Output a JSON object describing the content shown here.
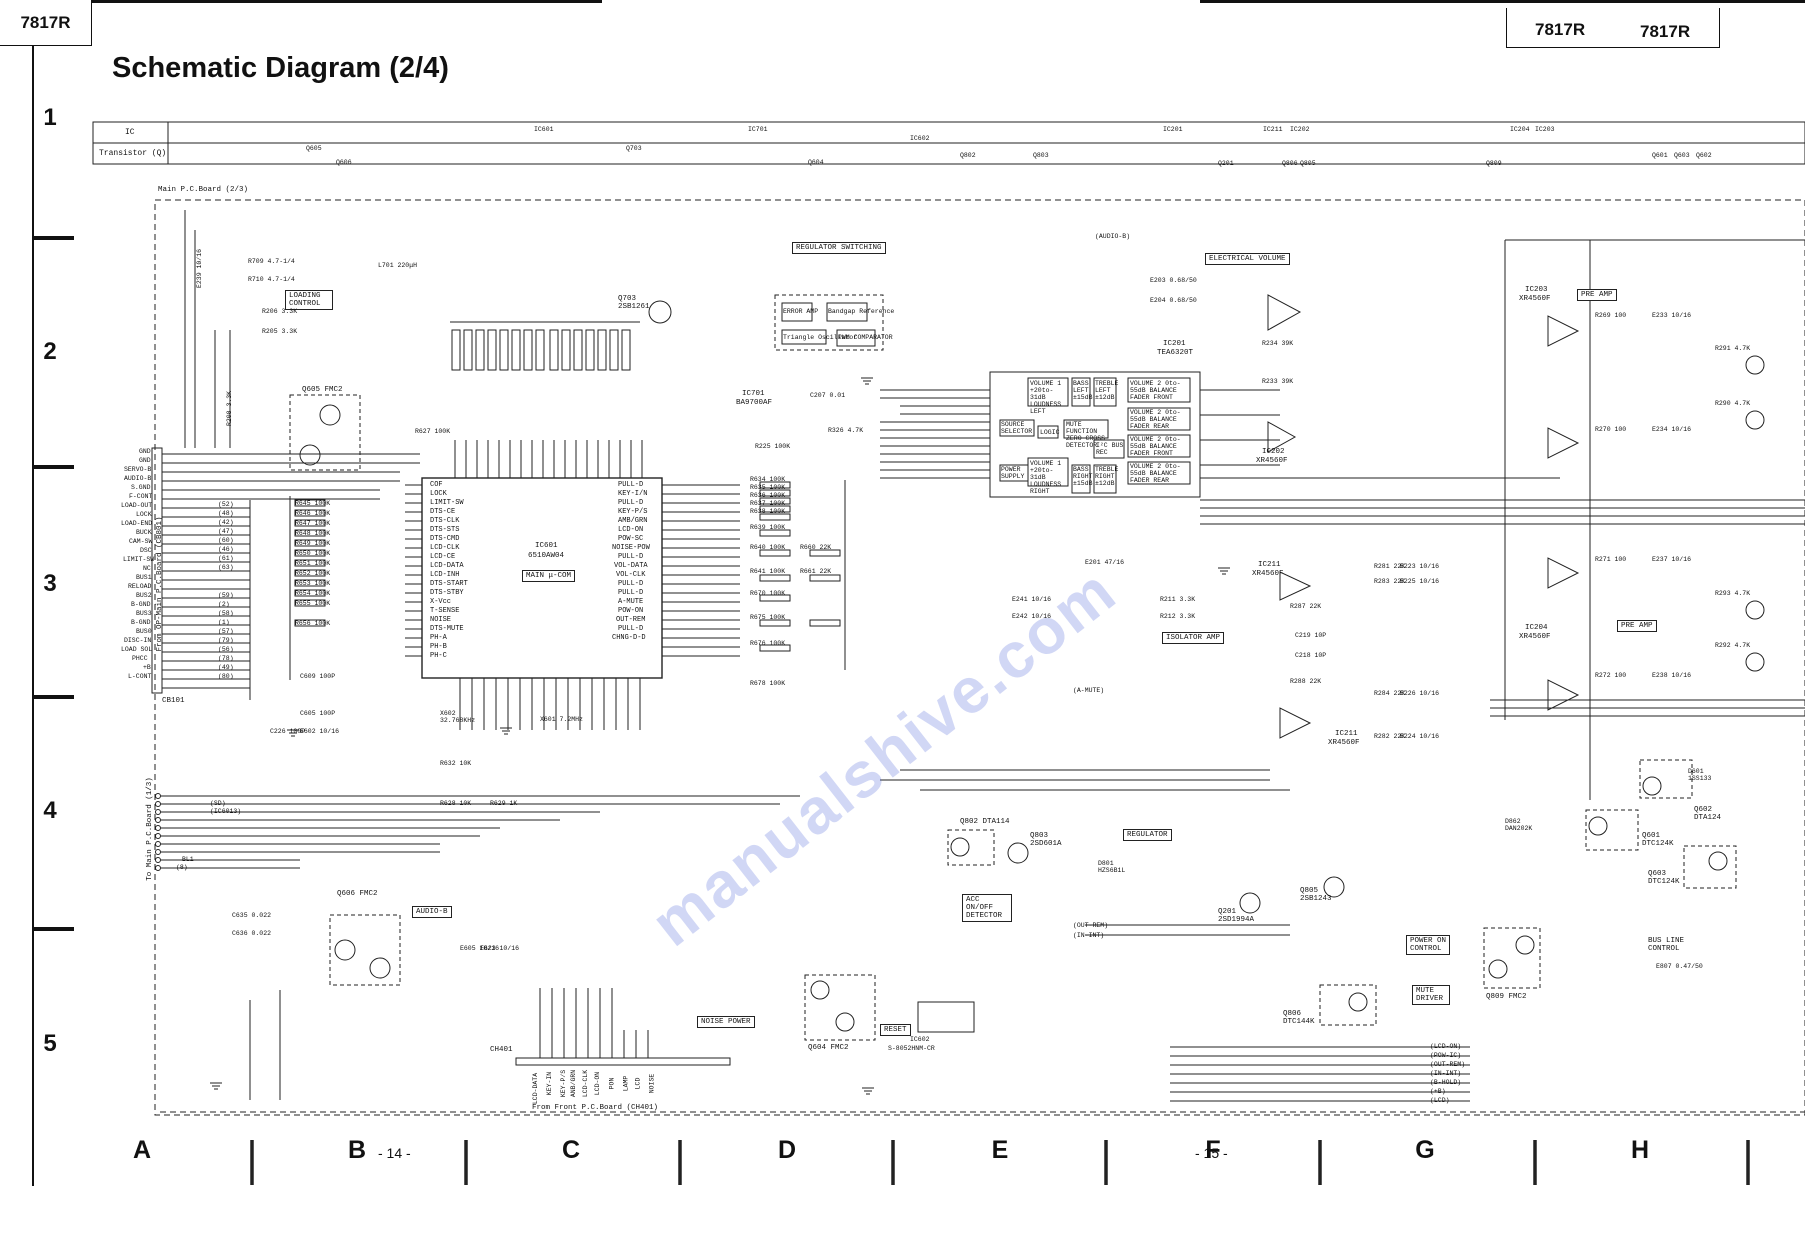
{
  "header": {
    "model_left": "7817R",
    "model_right_1": "7817R",
    "model_right_2": "7817R",
    "title": "Schematic Diagram (2/4)"
  },
  "margin_rows": [
    "1",
    "2",
    "3",
    "4",
    "5"
  ],
  "margin_cols": [
    "A",
    "B",
    "C",
    "D",
    "E",
    "F",
    "G",
    "H"
  ],
  "page_numbers": {
    "left": "- 14 -",
    "right": "- 15 -"
  },
  "index_table": {
    "ic_label": "IC",
    "transistor_label": "Transistor (Q)",
    "ic_refs": [
      "IC601",
      "IC701",
      "IC602",
      "IC201",
      "IC211",
      "IC202",
      "IC204",
      "IC203"
    ],
    "q_refs": [
      "Q605",
      "Q703",
      "Q606",
      "Q604",
      "Q802",
      "Q803",
      "Q201",
      "Q806",
      "Q805",
      "Q809",
      "Q601",
      "Q603",
      "Q602"
    ]
  },
  "board_label": "Main P.C.Board (2/3)",
  "connectors": {
    "cb101": {
      "ref": "CB101",
      "side_label": "From OP-Main P.C.Board (CB801)",
      "pins": [
        "GND",
        "GND",
        "SERVO-B",
        "AUDIO-B",
        "S.GND",
        "F-CONT",
        "LOAD-OUT",
        "LOCK",
        "LOAD-END",
        "BUCK",
        "CAM-SW",
        "DSC",
        "LIMIT-SW",
        "NC",
        "BUS1",
        "RELOAD",
        "BUS2",
        "B-GND",
        "BUS3",
        "B-GND",
        "BUS0",
        "DISC-IN",
        "LOAD SOL",
        "PHCC",
        "+B",
        "L-CONT"
      ],
      "nets": [
        "(52)",
        "(48)",
        "(42)",
        "(47)",
        "(60)",
        "(46)",
        "(61)",
        "(63)",
        "(59)",
        "(2)",
        "(58)",
        "(1)",
        "(57)",
        "(79)",
        "(56)",
        "(78)",
        "(49)",
        "(80)"
      ]
    },
    "to_main": {
      "side_label": "To Main P.C.Board (1/3)",
      "nets": [
        "(SD)",
        "(IC6013)",
        "BL1",
        "(8)"
      ]
    },
    "ch401": {
      "ref": "CH401",
      "label": "From Front P.C.Board (CH401)",
      "pins": [
        "LCD-DATA",
        "KEY-IN",
        "KEY-P/S",
        "ANB/GRN",
        "LCD-CLK",
        "LCD-ON",
        "PON",
        "LAMP",
        "LCD",
        "NOISE"
      ]
    }
  },
  "blocks": [
    {
      "ref": "IC601",
      "part": "6510AW04",
      "label": "MAIN μ-COM"
    },
    {
      "ref": "IC701",
      "part": "BA9700AF",
      "label": "REGULATOR SWITCHING"
    },
    {
      "ref": "IC201",
      "part": "TEA6320T",
      "label": "ELECTRICAL VOLUME"
    },
    {
      "ref": "IC602",
      "part": "S-8052HNM-CR",
      "label": "RESET"
    },
    {
      "ref": "IC211",
      "part": "XR4560F",
      "label": "ISOLATOR AMP"
    },
    {
      "ref": "IC202",
      "part": "XR4560F",
      "label": ""
    },
    {
      "ref": "IC203",
      "part": "XR4560F",
      "label": "PRE AMP"
    },
    {
      "ref": "IC204",
      "part": "XR4560F",
      "label": "PRE AMP"
    }
  ],
  "ic701_internal": [
    "ERROR AMP",
    "Bandgap Reference",
    "Triangle Oscillator",
    "PWM COMPARATOR"
  ],
  "ic201_internal": [
    "VOLUME 1 +20to-31dB LOUDNESS LEFT",
    "BASS LEFT ±15dB",
    "TREBLE LEFT ±12dB",
    "VOLUME 2 0to-55dB BALANCE FADER FRONT",
    "VOLUME 2 0to-55dB BALANCE FADER REAR",
    "SOURCE SELECTOR",
    "LOGIC",
    "MUTE FUNCTION ZERO CROSS DETECTOR",
    "POWER SUPPLY",
    "VOLUME 1 +20to-31dB LOUDNESS RIGHT",
    "BASS RIGHT ±15dB",
    "TREBLE RIGHT ±12dB",
    "I²C BUS REC",
    "VOLUME 2 0to-55dB BALANCE FADER FRONT",
    "VOLUME 2 0to-55dB BALANCE FADER REAR"
  ],
  "ic601_left_pins": [
    "COF",
    "LOCK",
    "LIMIT-SW",
    "DTS-CE",
    "DTS-CLK",
    "DTS-STS",
    "DTS-CMD",
    "LCD-CLK",
    "LCD-CE",
    "LCD-DATA",
    "LCD-INH",
    "DTS-START",
    "DTS-STBY",
    "X-Vcc",
    "T-SENSE",
    "NOISE",
    "DTS-MUTE",
    "PH-A",
    "PH-B",
    "PH-C"
  ],
  "ic601_right_pins": [
    "PULL-D",
    "KEY-I/N",
    "PULL-D",
    "KEY-P/S",
    "AMB/GRN",
    "LCD-ON",
    "POW-SC",
    "NOISE-POW",
    "PULL-D",
    "VOL-DATA",
    "VOL-CLK",
    "PULL-D",
    "PULL-D",
    "A-MUTE",
    "POW-ON",
    "OUT-REM",
    "PULL-D",
    "CHNG-D-D"
  ],
  "functional_labels": [
    "LOADING CONTROL",
    "REGULATOR",
    "ACC ON/OFF DETECTOR",
    "NOISE POWER",
    "POWER ON CONTROL",
    "MUTE DRIVER",
    "BUS LINE CONTROL",
    "AUDIO-B"
  ],
  "transistors": [
    {
      "ref": "Q605",
      "part": "FMC2"
    },
    {
      "ref": "Q703",
      "part": "2SB1261"
    },
    {
      "ref": "Q606",
      "part": "FMC2"
    },
    {
      "ref": "Q604",
      "part": "FMC2"
    },
    {
      "ref": "Q802",
      "part": "DTA114"
    },
    {
      "ref": "Q803",
      "part": "2SD601A"
    },
    {
      "ref": "Q201",
      "part": "2SD1994A"
    },
    {
      "ref": "Q805",
      "part": "2SB1243"
    },
    {
      "ref": "Q806",
      "part": "DTC144K"
    },
    {
      "ref": "Q809",
      "part": "FMC2"
    },
    {
      "ref": "Q601",
      "part": "DTC124K"
    },
    {
      "ref": "Q602",
      "part": "DTA124"
    },
    {
      "ref": "Q603",
      "part": "DTC124K"
    }
  ],
  "diodes": [
    {
      "ref": "D801",
      "part": "HZS6B1L"
    },
    {
      "ref": "D862",
      "part": "DAN202K"
    },
    {
      "ref": "D601",
      "part": "1SS133"
    }
  ],
  "crystals": [
    {
      "ref": "X602",
      "value": "32.768KHz"
    },
    {
      "ref": "X601",
      "value": "7.2MHz"
    }
  ],
  "resistors_c": [
    "R645 100K",
    "R646 100K",
    "R647 100K",
    "R648 100K",
    "R649 100K",
    "R650 100K",
    "R651 100K",
    "R652 100K",
    "R653 100K",
    "R654 100K",
    "R655 100K",
    "R656 100K",
    "R627 100K",
    "R632 10K",
    "R628 10K",
    "R629 1K"
  ],
  "resistors_d": [
    "R634 100K",
    "R635 100K",
    "R636 100K",
    "R637 100K",
    "R638 100K",
    "R639 100K",
    "R640 100K",
    "R641 100K",
    "R660 22K",
    "R661 22K",
    "R670 100K",
    "R675 100K",
    "R676 100K",
    "R678 100K"
  ],
  "misc_parts": [
    "R709 4.7-1/4",
    "R710 4.7-1/4",
    "L701 220μH",
    "R206 3.3K",
    "R205 3.3K",
    "R208 3.3K",
    "E239 10/16",
    "C207 0.01",
    "R225 100K",
    "R326 4.7K",
    "E203 0.68/50",
    "E204 0.68/50",
    "R233 39K",
    "R234 39K",
    "E201 47/16",
    "E241 10/16",
    "E242 10/16",
    "R211 3.3K",
    "R212 3.3K",
    "R269 100",
    "R270 100",
    "R271 100",
    "R272 100",
    "E233 10/16",
    "E234 10/16",
    "E237 10/16",
    "E238 10/16",
    "R291 4.7K",
    "R290 4.7K",
    "R293 4.7K",
    "R292 4.7K",
    "R281 22K",
    "R283 22K",
    "R284 22K",
    "R282 22K",
    "R287 22K",
    "R288 22K",
    "C219 10P",
    "C218 10P",
    "E223 10/16",
    "E225 10/16",
    "E226 10/16",
    "E224 10/16",
    "C609 100P",
    "C605 100P",
    "C226 100P",
    "E602 10/16",
    "C635 0.022",
    "C636 0.022",
    "E605 10/16",
    "E623 10/16",
    "E807 0.47/50"
  ],
  "nets_bottom": [
    "(LCD-ON)",
    "(POW-IC)",
    "(OUT-REM)",
    "(IN-INT)",
    "(B-HOLD)",
    "(+B)",
    "(LCD)",
    "(AUDIO-B)",
    "(A-MUTE)",
    "(OUT-REM)",
    "(IN-INT)"
  ],
  "watermark": "manualshive.com"
}
